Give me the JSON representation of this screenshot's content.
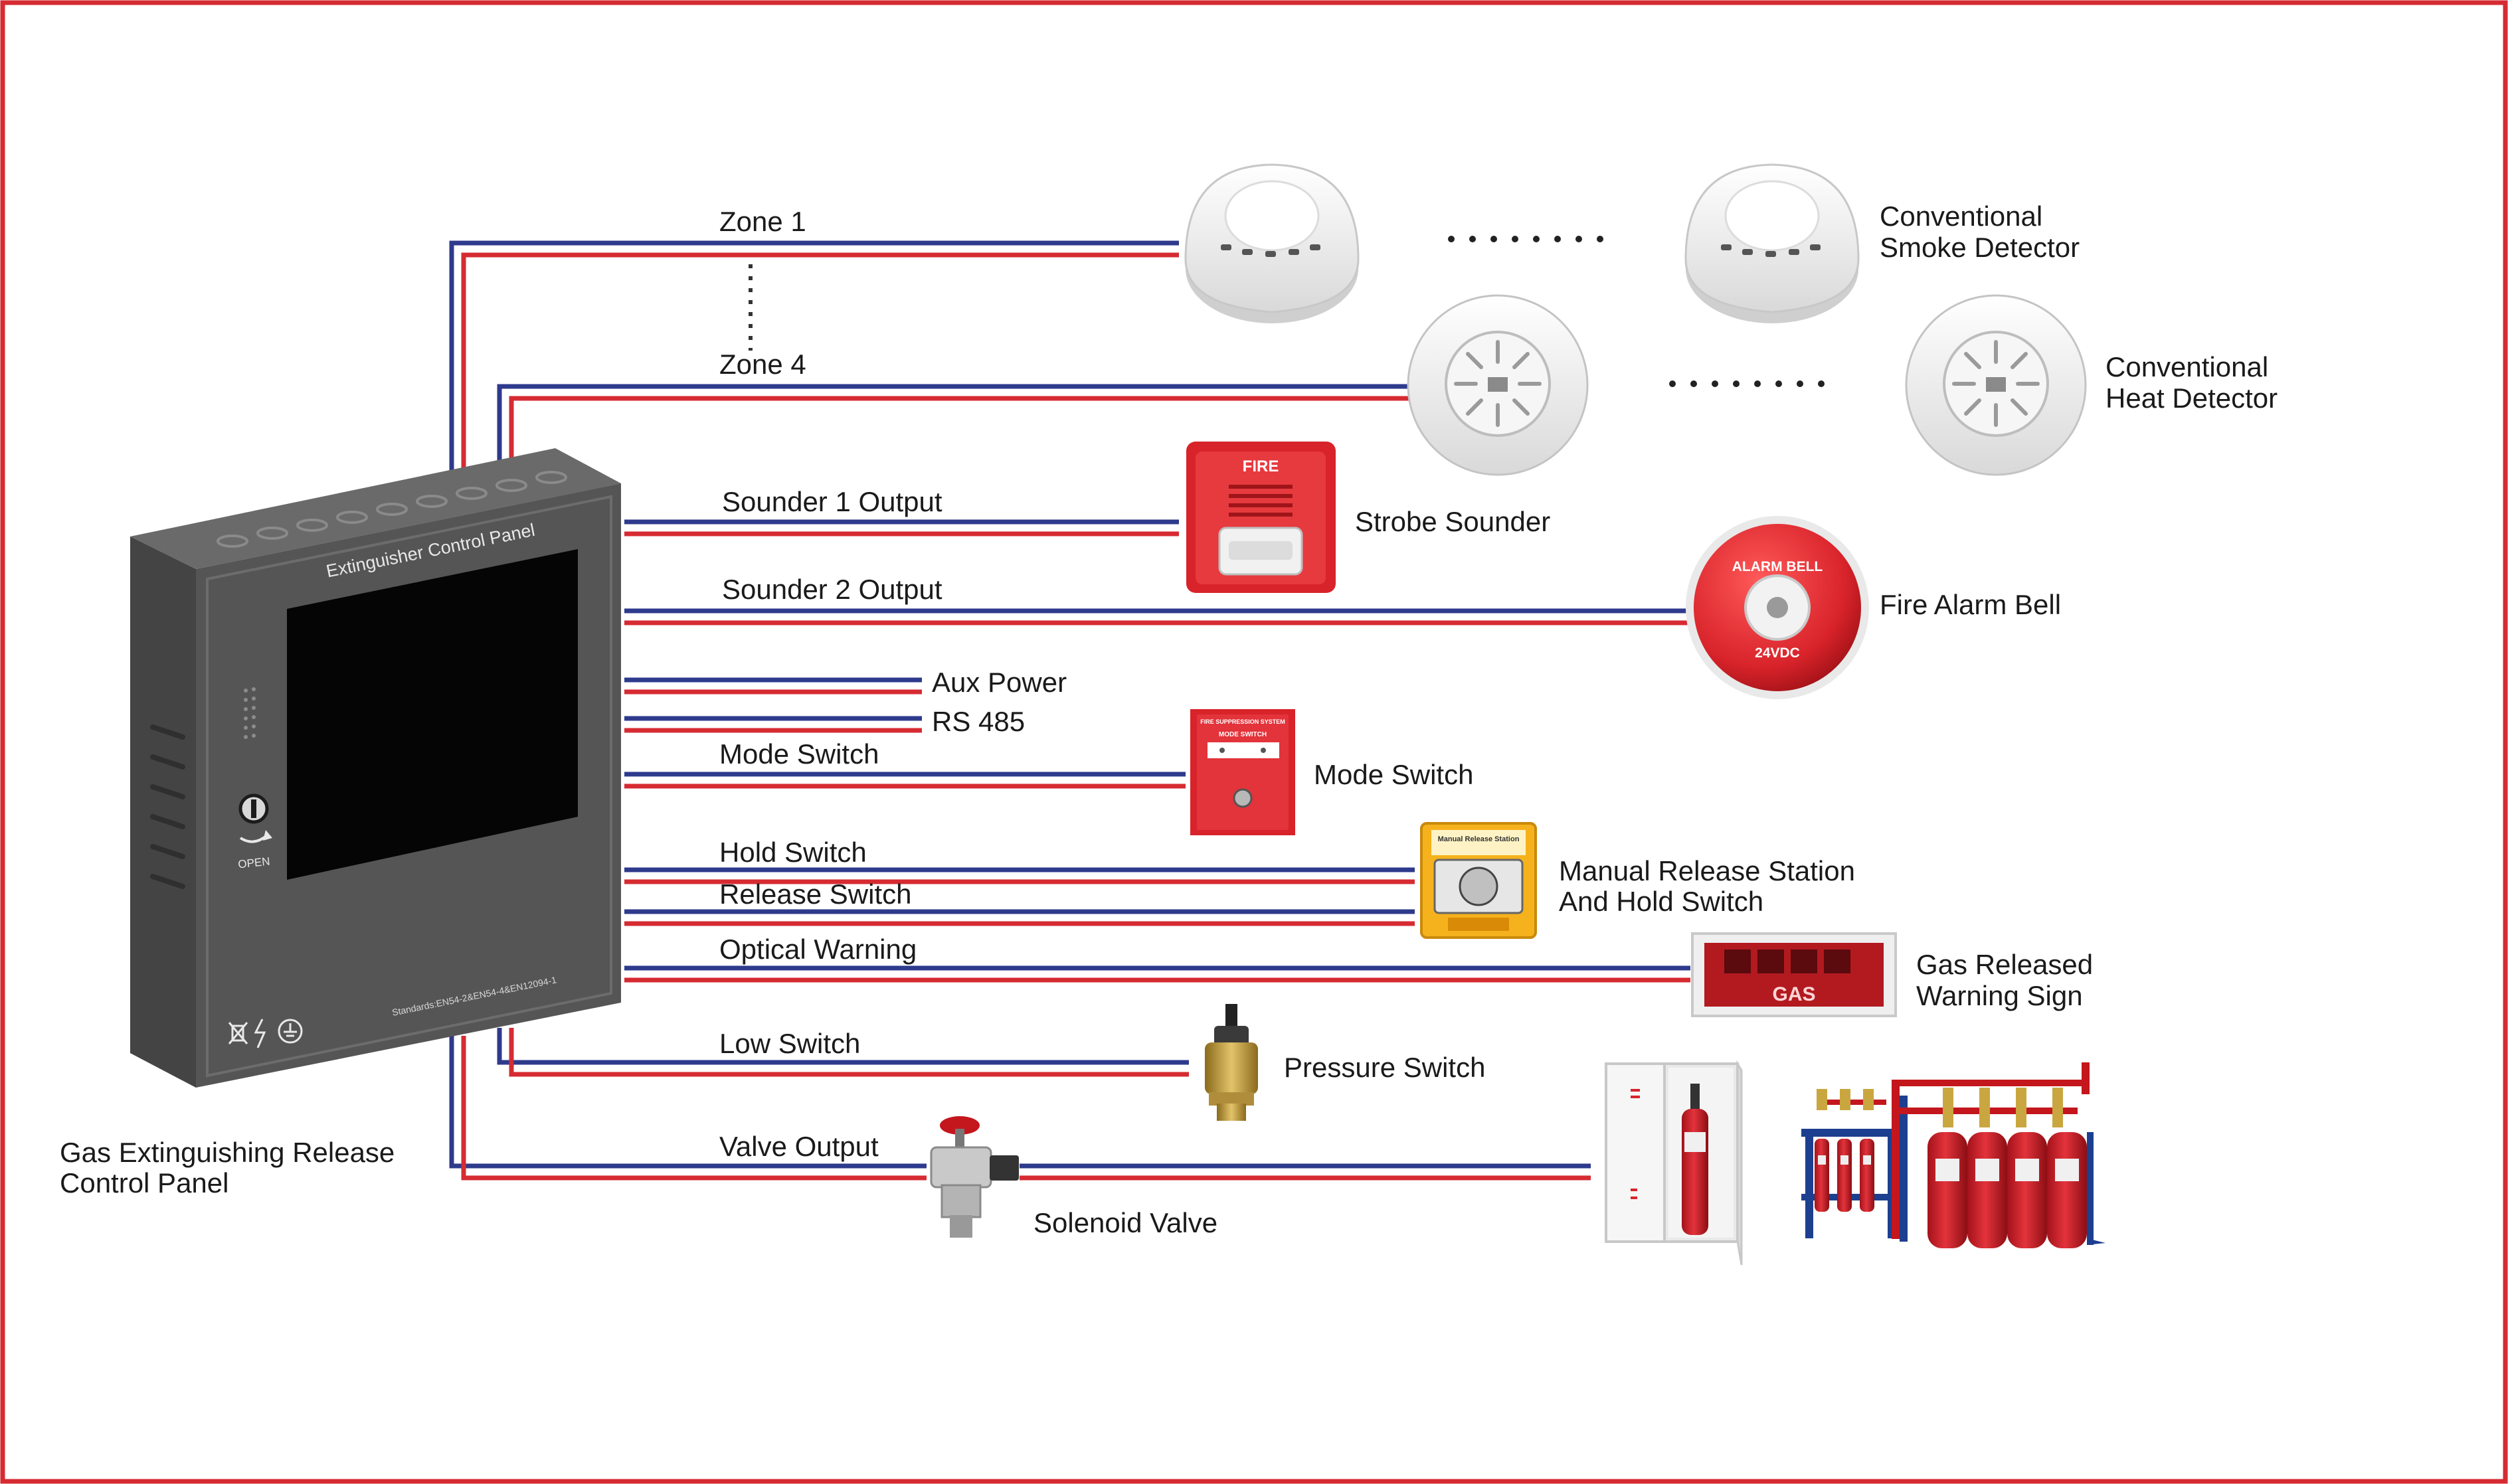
{
  "colors": {
    "border": "#d62b32",
    "wire_blue": "#2e3a8c",
    "wire_red": "#d62b32",
    "panel": "#4b4b4b",
    "device_red": "#d8232a"
  },
  "panel": {
    "front_title": "Extinguisher Control Panel",
    "standards": "Standards:EN54-2&EN54-4&EN12094-1",
    "open_label": "OPEN",
    "caption_line1": "Gas Extinguishing Release",
    "caption_line2": "Control Panel"
  },
  "wires": {
    "zone1": "Zone 1",
    "zone4": "Zone 4",
    "sounder1": "Sounder 1 Output",
    "sounder2": "Sounder 2 Output",
    "aux_power": "Aux Power",
    "rs485": "RS 485",
    "mode_switch": "Mode Switch",
    "hold_switch": "Hold Switch",
    "release_switch": "Release Switch",
    "optical_warning": "Optical Warning",
    "low_switch": "Low Switch",
    "valve_output": "Valve Output"
  },
  "devices": {
    "smoke_line1": "Conventional",
    "smoke_line2": "Smoke  Detector",
    "heat_line1": "Conventional",
    "heat_line2": "Heat  Detector",
    "strobe_sounder": "Strobe Sounder",
    "strobe_face": "FIRE",
    "bell": "Fire  Alarm Bell",
    "bell_top": "ALARM BELL",
    "bell_bottom": "24VDC",
    "mode_switch": "Mode Switch",
    "mode_box_title": "FIRE SUPPRESSION SYSTEM",
    "mode_box_sub": "MODE SWITCH",
    "manual_line1": "Manual Release Station",
    "manual_line2": "And Hold Switch",
    "manual_box_title": "Manual Release Station",
    "gas_sign_line1": "Gas Released",
    "gas_sign_line2": "Warning Sign",
    "gas_sign_face": "GAS",
    "pressure_switch": "Pressure Switch",
    "solenoid_valve": "Solenoid Valve"
  }
}
